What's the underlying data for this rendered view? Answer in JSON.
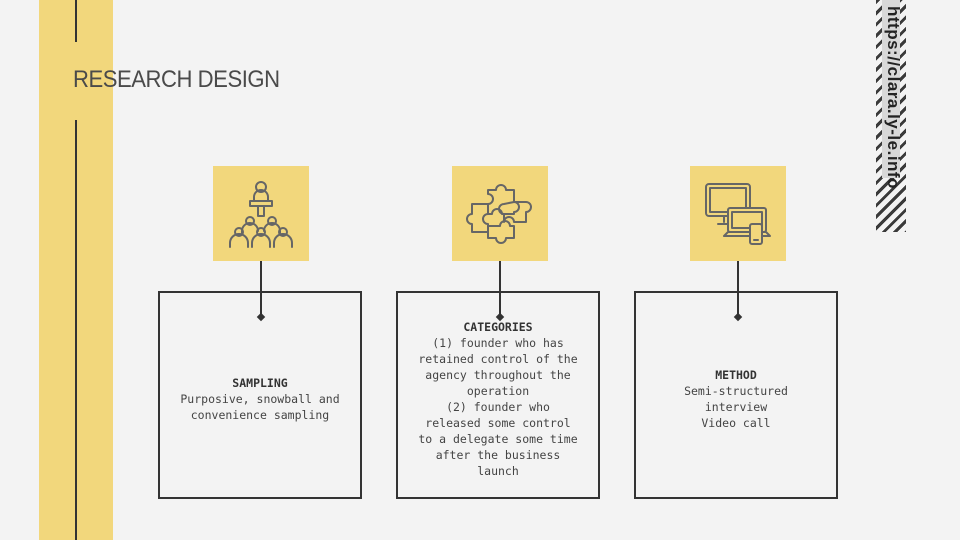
{
  "slide": {
    "title": "RESEARCH DESIGN",
    "url": "https://clara.ly-le.info"
  },
  "cards": [
    {
      "icon": "presentation-audience-icon",
      "title": "SAMPLING",
      "lines": [
        "Purposive, snowball and",
        "convenience sampling"
      ]
    },
    {
      "icon": "puzzle-pieces-icon",
      "title": "CATEGORIES",
      "lines": [
        "(1) founder who has",
        "retained control of the",
        "agency throughout the",
        "operation",
        "(2) founder who",
        "released some control",
        "to a delegate some time",
        "after the business",
        "launch"
      ]
    },
    {
      "icon": "devices-icon",
      "title": "METHOD",
      "lines": [
        "Semi-structured",
        "interview",
        "Video call"
      ]
    }
  ],
  "colors": {
    "accent": "#f2d77c",
    "line": "#333333",
    "background": "#f3f3f3"
  }
}
